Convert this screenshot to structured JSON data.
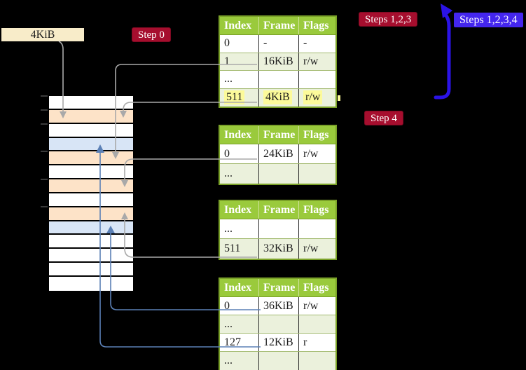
{
  "labels": {
    "frame_size": "4KiB",
    "step0": "Step 0",
    "steps123": "Steps 1,2,3",
    "steps1234": "Steps 1,2,3,4",
    "step4": "Step 4"
  },
  "colors": {
    "badge_red": "#a60e2e",
    "badge_blue": "#4426ee",
    "loop_arrow_blue": "#2b13e6",
    "frame_arrow_steelblue": "#5b80b6",
    "frame_arrow_gray": "#a9a9a9",
    "table_header_green": "#9aca3c",
    "table_border_olive": "#7ba229",
    "row_shade_green": "#ebf1dc",
    "highlight_yellow": "#fcfa9a",
    "frame_peach": "#fde3c8",
    "frame_lightblue": "#d8e5f6",
    "label_cream": "#f8ecc9"
  },
  "memory_strip": {
    "rows": [
      {
        "color": "white"
      },
      {
        "color": "peach"
      },
      {
        "color": "white"
      },
      {
        "color": "blue"
      },
      {
        "color": "peach"
      },
      {
        "color": "white"
      },
      {
        "color": "peach"
      },
      {
        "color": "white"
      },
      {
        "color": "peach"
      },
      {
        "color": "blue"
      },
      {
        "color": "white"
      },
      {
        "color": "white"
      },
      {
        "color": "white"
      },
      {
        "color": "white"
      }
    ]
  },
  "tables": [
    {
      "headers": [
        "Index",
        "Frame",
        "Flags"
      ],
      "rows": [
        {
          "cells": [
            "0",
            "-",
            "-"
          ],
          "highlight": false
        },
        {
          "cells": [
            "1",
            "16KiB",
            "r/w"
          ],
          "highlight": false
        },
        {
          "cells": [
            "...",
            "",
            ""
          ],
          "highlight": false
        },
        {
          "cells": [
            "511",
            "4KiB",
            "r/w"
          ],
          "highlight": true
        }
      ]
    },
    {
      "headers": [
        "Index",
        "Frame",
        "Flags"
      ],
      "rows": [
        {
          "cells": [
            "0",
            "24KiB",
            "r/w"
          ],
          "highlight": false
        },
        {
          "cells": [
            "...",
            "",
            ""
          ],
          "highlight": false
        }
      ]
    },
    {
      "headers": [
        "Index",
        "Frame",
        "Flags"
      ],
      "rows": [
        {
          "cells": [
            "...",
            "",
            ""
          ],
          "highlight": false
        },
        {
          "cells": [
            "511",
            "32KiB",
            "r/w"
          ],
          "highlight": false
        }
      ]
    },
    {
      "headers": [
        "Index",
        "Frame",
        "Flags"
      ],
      "rows": [
        {
          "cells": [
            "0",
            "36KiB",
            "r/w"
          ],
          "highlight": false
        },
        {
          "cells": [
            "...",
            "",
            ""
          ],
          "highlight": false
        },
        {
          "cells": [
            "127",
            "12KiB",
            "r"
          ],
          "highlight": false
        },
        {
          "cells": [
            "...",
            "",
            ""
          ],
          "highlight": false
        }
      ]
    }
  ]
}
